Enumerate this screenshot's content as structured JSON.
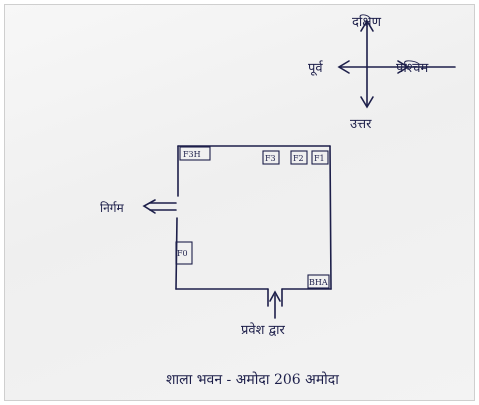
{
  "compass": {
    "north": "दक्षिण",
    "west": "पूर्व",
    "east": "पश्चिम",
    "south": "उत्तर"
  },
  "floor_plan": {
    "rooms": [
      "F3H",
      "F3",
      "F2",
      "F1",
      "F0",
      "BHA"
    ],
    "exit_label": "निर्गम",
    "entrance_label": "प्रवेश द्वार"
  },
  "caption": "शाला भवन - अमोदा 206 अमोदा",
  "ink_color": "#1d1f4a"
}
